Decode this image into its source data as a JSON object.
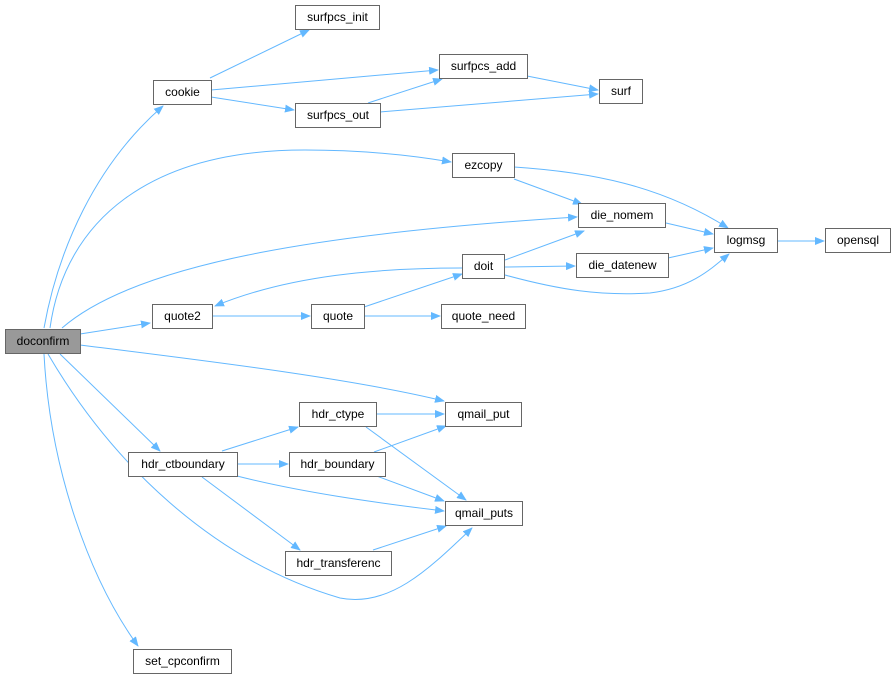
{
  "graph": {
    "edge_color": "#63b8ff",
    "root_fill": "#999999",
    "node_border": "#666666",
    "nodes": {
      "doconfirm": "doconfirm",
      "cookie": "cookie",
      "surfpcs_init": "surfpcs_init",
      "surfpcs_add": "surfpcs_add",
      "surfpcs_out": "surfpcs_out",
      "surf": "surf",
      "ezcopy": "ezcopy",
      "die_nomem": "die_nomem",
      "logmsg": "logmsg",
      "opensql": "opensql",
      "doit": "doit",
      "die_datenew": "die_datenew",
      "quote2": "quote2",
      "quote": "quote",
      "quote_need": "quote_need",
      "hdr_ctype": "hdr_ctype",
      "qmail_put": "qmail_put",
      "hdr_ctboundary": "hdr_ctboundary",
      "hdr_boundary": "hdr_boundary",
      "qmail_puts": "qmail_puts",
      "hdr_transferenc": "hdr_transferenc",
      "set_cpconfirm": "set_cpconfirm"
    }
  }
}
